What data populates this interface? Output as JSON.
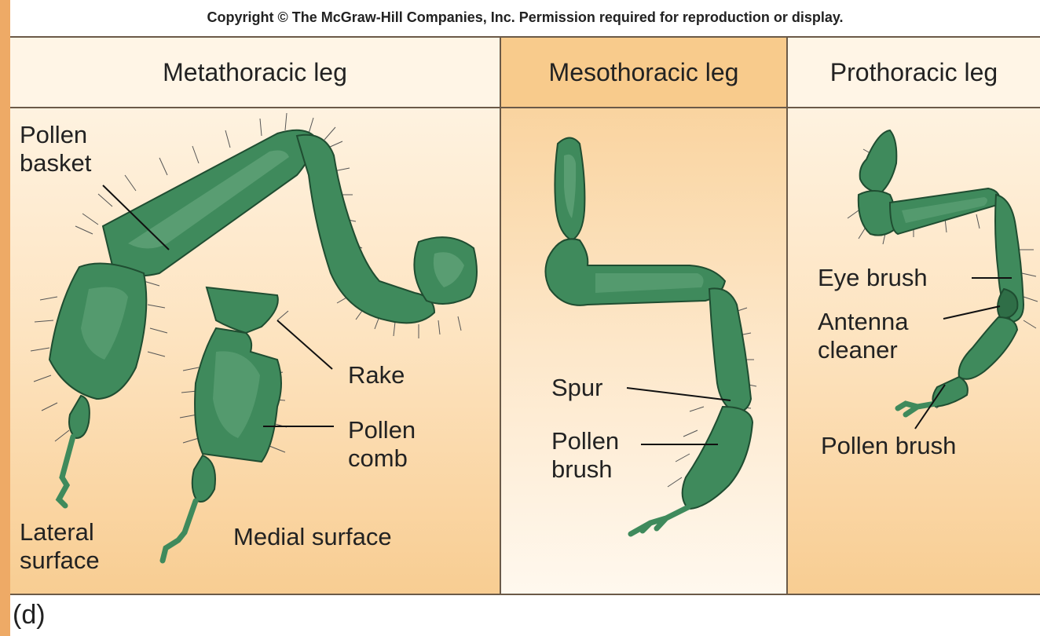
{
  "copyright": "Copyright © The McGraw-Hill Companies, Inc. Permission required for reproduction or display.",
  "panels": {
    "metathoracic": {
      "title": "Metathoracic leg",
      "labels": {
        "pollen_basket": "Pollen\nbasket",
        "rake": "Rake",
        "pollen_comb": "Pollen\ncomb",
        "lateral_surface": "Lateral\nsurface",
        "medial_surface": "Medial surface"
      }
    },
    "mesothoracic": {
      "title": "Mesothoracic leg",
      "labels": {
        "spur": "Spur",
        "pollen_brush": "Pollen\nbrush"
      }
    },
    "prothoracic": {
      "title": "Prothoracic leg",
      "labels": {
        "eye_brush": "Eye brush",
        "antenna_cleaner": "Antenna\ncleaner",
        "pollen_brush": "Pollen brush"
      }
    }
  },
  "figure_label": "(d)",
  "colors": {
    "leg": "#3f8a5c",
    "leg_dark": "#2f6e47",
    "leg_light": "#6aaa80",
    "outline": "#1f4d31",
    "background": "#eeaa66"
  }
}
